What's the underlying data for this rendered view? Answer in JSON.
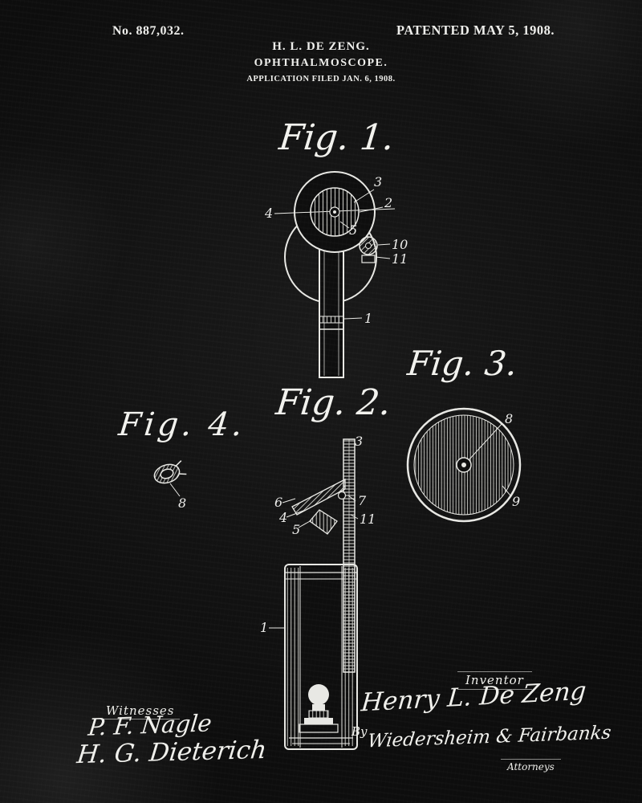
{
  "colors": {
    "background": "#0d0d0d",
    "ink": "#ededeb"
  },
  "header": {
    "patent_number": "No. 887,032.",
    "patent_date": "PATENTED MAY 5, 1908.",
    "inventor": "H. L. DE ZENG.",
    "title": "OPHTHALMOSCOPE.",
    "application": "APPLICATION FILED JAN. 6, 1908."
  },
  "figures": {
    "fig1": {
      "label": "Fig. 1.",
      "parts": {
        "p3": "3",
        "p4": "4",
        "p2": "2",
        "p5": "5",
        "p10": "10",
        "p11": "11",
        "p1": "1"
      }
    },
    "fig2": {
      "label": "Fig. 2.",
      "parts": {
        "p3": "3",
        "p6": "6",
        "p7": "7",
        "p4": "4",
        "p5": "5",
        "p11": "11",
        "p1": "1"
      }
    },
    "fig3": {
      "label": "Fig. 3.",
      "parts": {
        "p8": "8",
        "p9": "9"
      }
    },
    "fig4": {
      "label": "Fig. 4.",
      "parts": {
        "p8": "8"
      }
    }
  },
  "signatures": {
    "witnesses_label": "Witnesses",
    "witness_1": "P. F. Nagle",
    "witness_2": "H. G. Dieterich",
    "inventor_label": "Inventor",
    "inventor_signature": "Henry L. De Zeng",
    "by_label": "By",
    "attorneys_signature": "Wiedersheim & Fairbanks",
    "attorneys_label": "Attorneys"
  }
}
